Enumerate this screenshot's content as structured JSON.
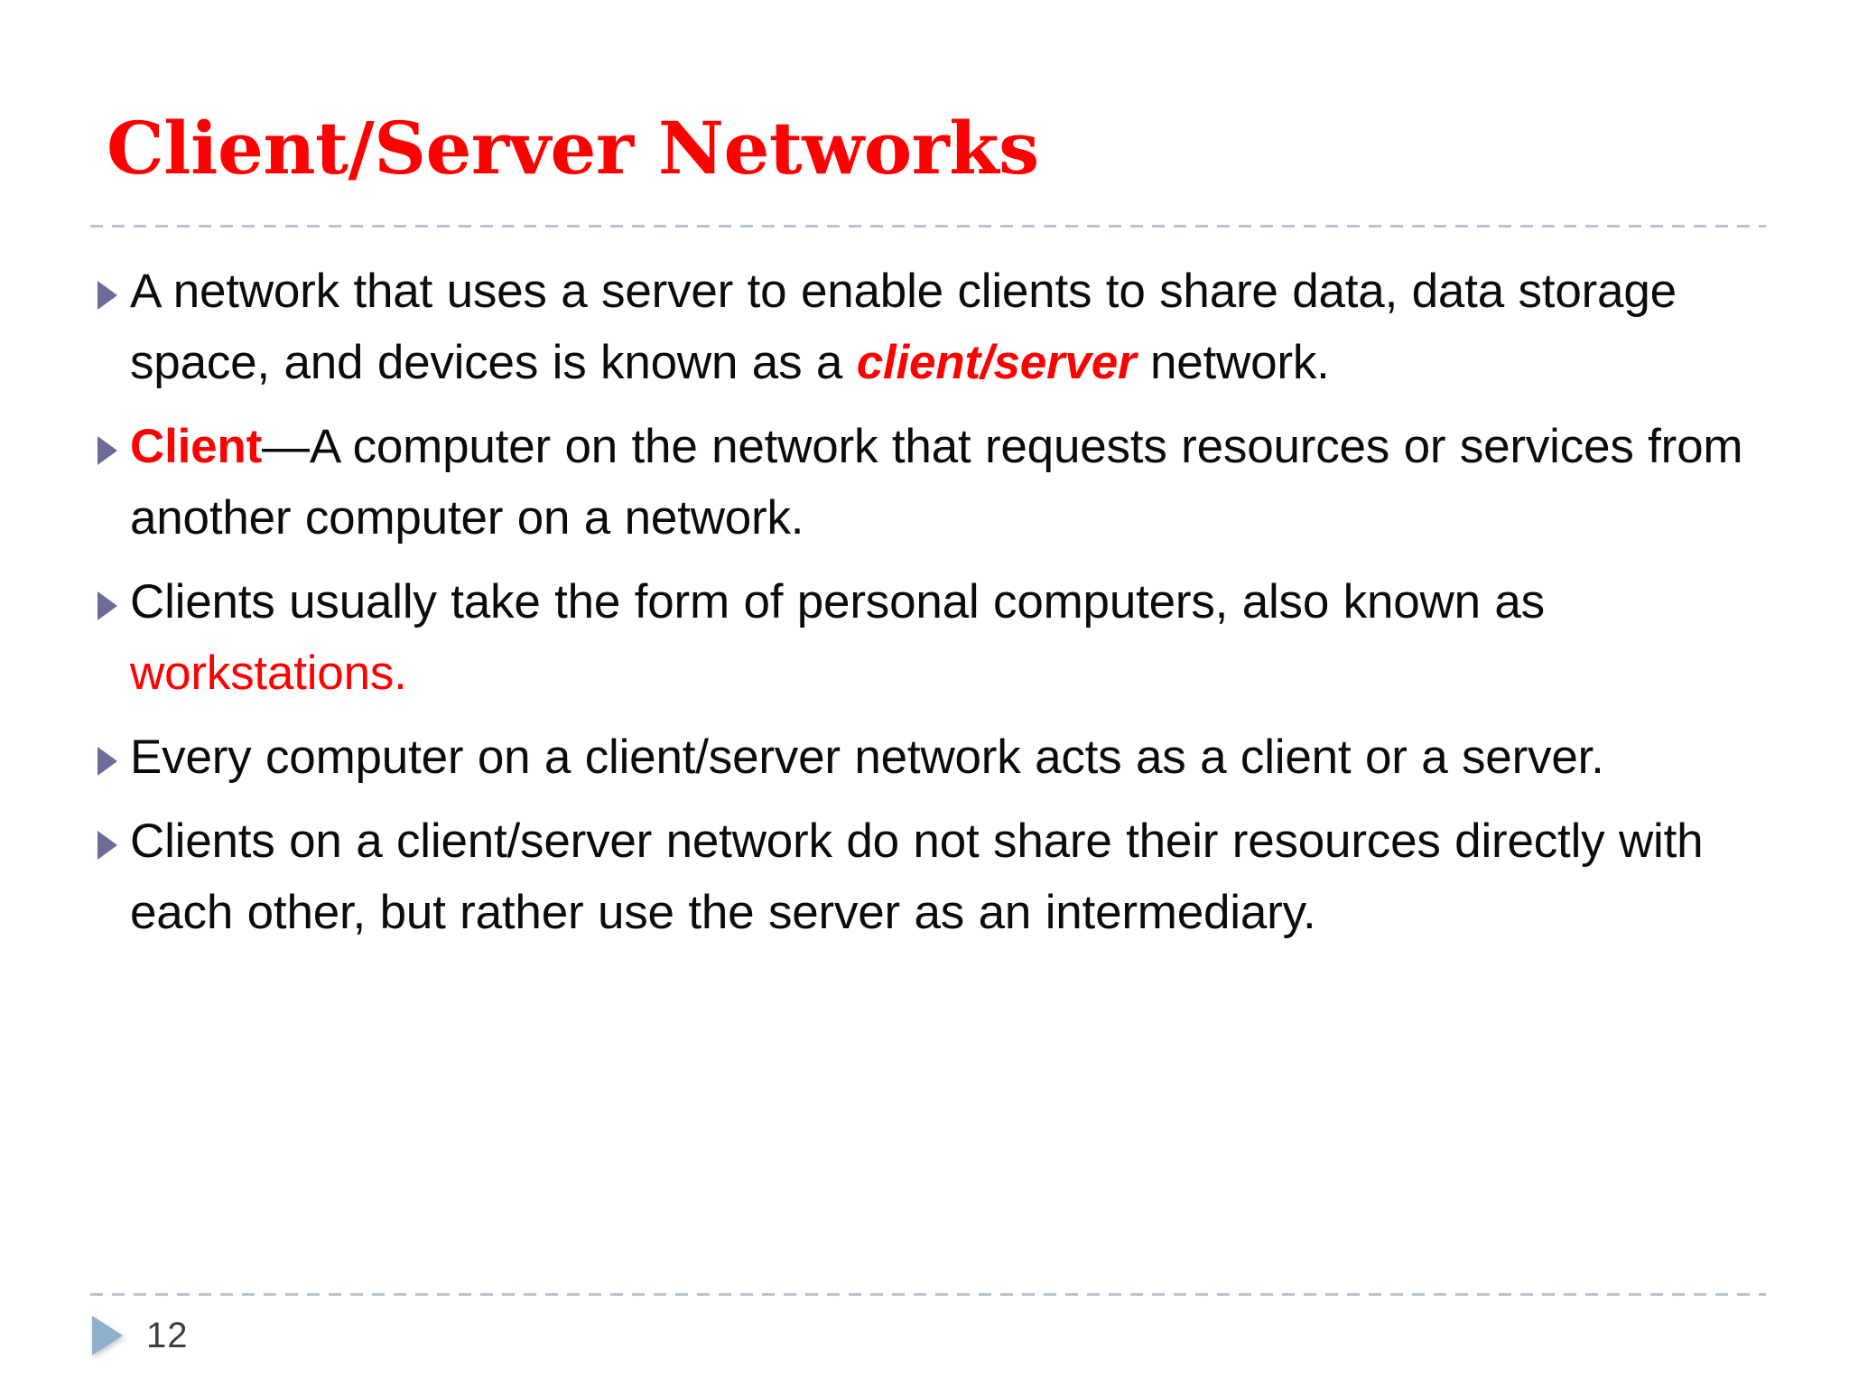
{
  "slide": {
    "title": "Client/Server Networks",
    "background_color": "#FFFFFF",
    "accent_color": "#FF0000",
    "bullet_marker_color": "#6C6C9A",
    "footer_marker_color": "#8FAFCB",
    "rule_color": "#B9C4CF",
    "body_text_color": "#0B0B0B"
  },
  "bullets": [
    {
      "id": "bullet-1",
      "segments": [
        {
          "text": "A network that uses a server to enable clients to share data, data storage space, and devices is known as a ",
          "style": "plain"
        },
        {
          "text": "client/server",
          "style": "red-bold-italic"
        },
        {
          "text": " network.",
          "style": "plain"
        }
      ],
      "plain_text": "A network that uses a server to enable clients to share data, data storage space, and devices is known as a client/server network."
    },
    {
      "id": "bullet-2",
      "segments": [
        {
          "text": "Client",
          "style": "red-bold"
        },
        {
          "text": "—",
          "style": "emdash"
        },
        {
          "text": "A computer on the network that requests resources or services from another computer on a network.",
          "style": "plain"
        }
      ],
      "plain_text": "Client—A computer on the network that requests resources or services from another computer on a network."
    },
    {
      "id": "bullet-3",
      "segments": [
        {
          "text": "Clients usually take the form of personal computers, also known as ",
          "style": "plain"
        },
        {
          "text": "workstations.",
          "style": "red-plain"
        }
      ],
      "plain_text": "Clients usually take the form of personal computers, also known as workstations."
    },
    {
      "id": "bullet-4",
      "segments": [
        {
          "text": "Every computer on a client/server network acts as a client or a server.",
          "style": "plain"
        }
      ],
      "plain_text": "Every computer on a client/server network acts as a client or a server."
    },
    {
      "id": "bullet-5",
      "segments": [
        {
          "text": "Clients on a client/server network do not share their resources directly with each other, but rather use the server as an intermediary.",
          "style": "plain"
        }
      ],
      "plain_text": "Clients on a client/server network do not share their resources directly with each other, but rather use the server as an intermediary."
    }
  ],
  "footer": {
    "page_number": "12",
    "marker_icon": "triangle-right-icon"
  },
  "icons": {
    "bullet": "triangle-right-icon",
    "footer": "triangle-right-icon"
  }
}
